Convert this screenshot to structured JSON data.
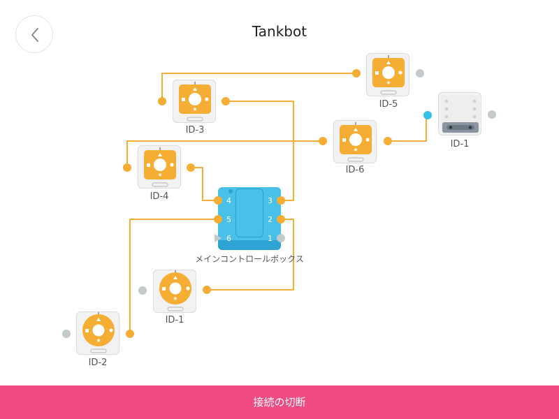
{
  "header": {
    "title": "Tankbot",
    "back_icon": "chevron-left-icon"
  },
  "devices": {
    "id5": {
      "label": "ID-5",
      "kind": "dpad-controller"
    },
    "id3": {
      "label": "ID-3",
      "kind": "dpad-controller"
    },
    "id6": {
      "label": "ID-6",
      "kind": "dpad-controller"
    },
    "id4": {
      "label": "ID-4",
      "kind": "dpad-controller"
    },
    "servo_id1": {
      "label": "ID-1",
      "kind": "servo-motor"
    },
    "id1": {
      "label": "ID-1",
      "kind": "round-controller"
    },
    "id2": {
      "label": "ID-2",
      "kind": "round-controller"
    }
  },
  "main_box": {
    "label": "メインコントロールボックス",
    "ports": {
      "p1": "1",
      "p2": "2",
      "p3": "3",
      "p4": "4",
      "p5": "5",
      "p6": "6"
    }
  },
  "footer": {
    "disconnect_label": "接続の切断"
  },
  "colors": {
    "accent_orange": "#f6ad34",
    "main_box_blue": "#48c0e8",
    "footer_pink": "#ef4a82",
    "port_gray": "#c4c9cc",
    "connector_blue": "#36bfe6"
  }
}
